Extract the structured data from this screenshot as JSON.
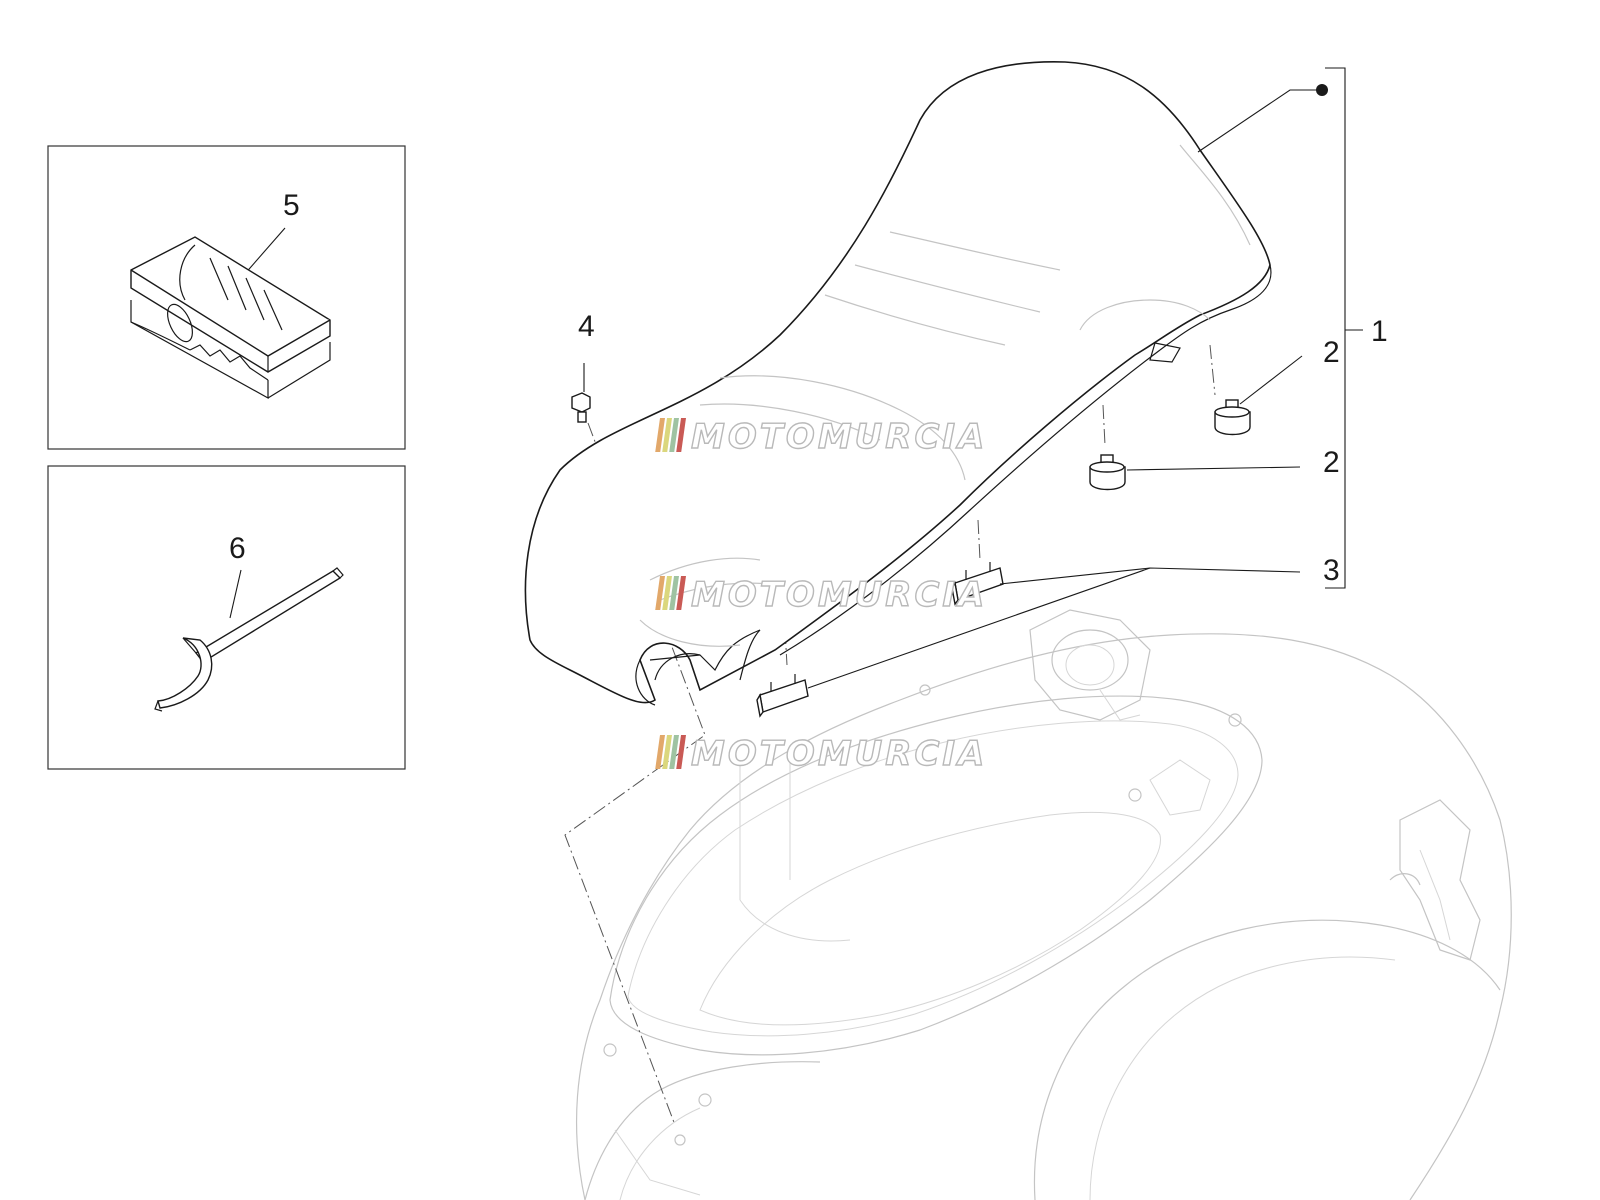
{
  "callouts": {
    "seat": "1",
    "bumper_upper": "2",
    "bumper_lower": "2",
    "seat_pad": "3",
    "screw": "4",
    "clip": "5",
    "wrench": "6"
  },
  "watermark": {
    "text": "MOTOMURCIA",
    "stripe_colors": [
      "#e2a86a",
      "#dbd77d",
      "#9fc3a2",
      "#c95a55"
    ]
  },
  "colors": {
    "line": "#1a1a1a",
    "background_parts": "#c4c4c4"
  }
}
